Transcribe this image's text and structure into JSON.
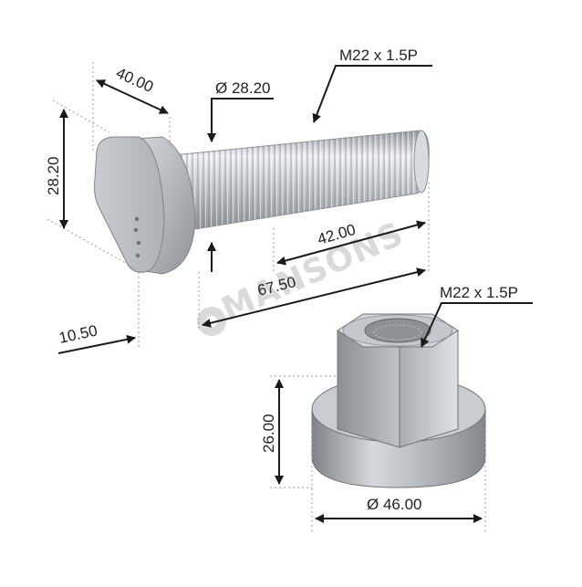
{
  "watermark": "MANSONS",
  "bolt": {
    "head_width": "40.00",
    "head_height": "28.20",
    "shank_diameter": "Ø 28.20",
    "thread": "M22 x 1.5P",
    "thread_length": "42.00",
    "total_length": "67.50",
    "head_thickness": "10.50"
  },
  "nut": {
    "thread": "M22 x 1.5P",
    "height": "26.00",
    "flange_diameter": "Ø 46.00"
  },
  "colors": {
    "metal_light": "#e4e6e8",
    "metal_mid": "#b8bcc0",
    "metal_dark": "#8a8e93",
    "line": "#1a1a1a",
    "ext_line": "#9a9a9a"
  }
}
